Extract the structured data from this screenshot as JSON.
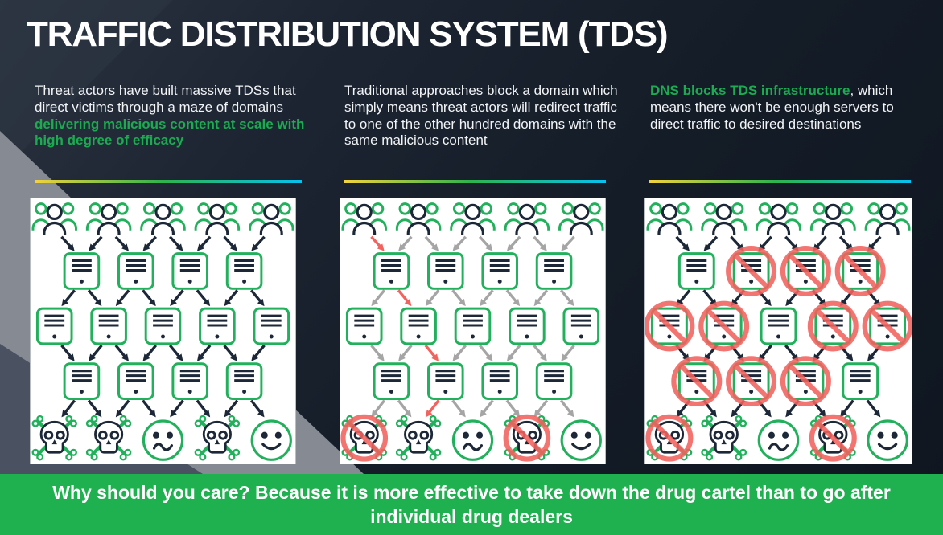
{
  "title": "TRAFFIC DISTRIBUTION SYSTEM (TDS)",
  "columns": [
    {
      "white": "Threat actors have built massive TDSs that direct victims through a maze of domains ",
      "green_tail": "delivering malicious content at scale with high degree of efficacy"
    },
    {
      "white": "Traditional approaches block a domain which simply means threat actors will redirect traffic to one of the other hundred domains with the same malicious content"
    },
    {
      "green_lead": "DNS blocks TDS infrastructure",
      "white": ", which means there won't be enough servers to direct traffic to desired destinations"
    }
  ],
  "banner": {
    "text": "Why should you care? Because it is more effective to take down the drug cartel than to go after individual drug dealers"
  },
  "colors": {
    "green_icon": "#23b05c",
    "text_green": "#1cab51",
    "navy": "#1c2737",
    "red": "#f2625e",
    "gray_arrow": "#a5a5a5",
    "banner_bg": "#1fb04f",
    "rule_gradient": [
      "#f2d33b",
      "#2eb34c",
      "#07c1ee"
    ],
    "panel_bg": "#ffffff"
  },
  "structure": {
    "users_row": 5,
    "servers_tier1": 4,
    "servers_tier2": 5,
    "servers_tier3": 4,
    "destinations": 5
  },
  "panels": [
    {
      "id": "tds-maze",
      "arrow_color": "navy",
      "red_arrows": [],
      "banned": {
        "A": [],
        "B": [],
        "C": [],
        "D": []
      },
      "bottom": [
        "skull",
        "skull",
        "confused",
        "skull",
        "smiley"
      ]
    },
    {
      "id": "traditional-domain-blocking",
      "arrow_color": "gray",
      "red_arrows": [
        "U0-A0",
        "A0-B1",
        "B1-C1",
        "C1-D1"
      ],
      "banned": {
        "A": [],
        "B": [],
        "C": [],
        "D": [
          0,
          3
        ]
      },
      "bottom": [
        "skull",
        "skull",
        "confused",
        "skull",
        "smiley"
      ]
    },
    {
      "id": "dns-blocks-tds-infrastructure",
      "arrow_color": "navy",
      "red_arrows": [],
      "banned": {
        "A": [
          1,
          2,
          3
        ],
        "B": [
          0,
          1,
          3,
          4
        ],
        "C": [
          0,
          1,
          2
        ],
        "D": [
          0,
          3
        ]
      },
      "bottom": [
        "skull",
        "skull",
        "confused",
        "skull",
        "smiley"
      ]
    }
  ]
}
